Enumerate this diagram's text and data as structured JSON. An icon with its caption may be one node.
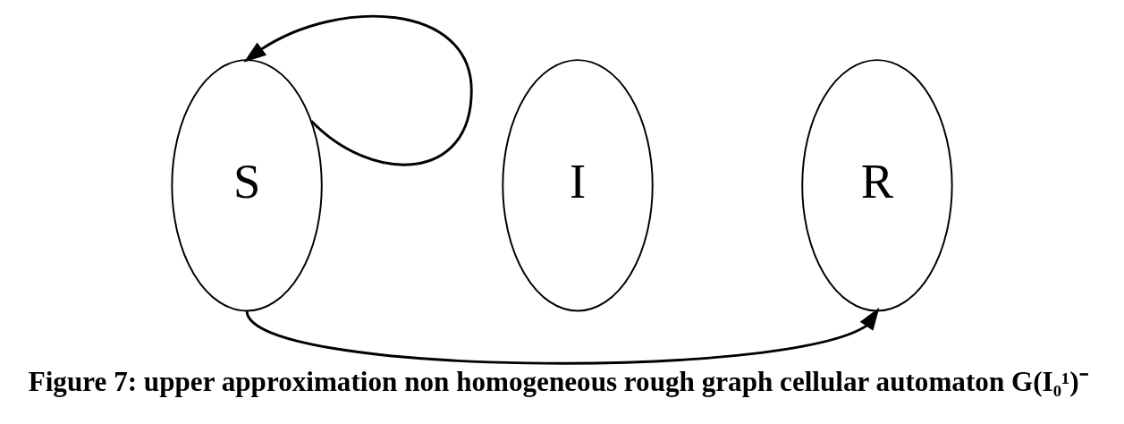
{
  "diagram": {
    "caption": "Figure 7: upper approximation non homogeneous rough graph cellular automaton G(I₀¹)⁻",
    "nodes": [
      {
        "text": [
          "S"
        ]
      },
      {
        "text": [
          "I"
        ]
      },
      {
        "text": [
          "R"
        ]
      }
    ],
    "edges": [
      {
        "from": 0,
        "to": 0,
        "arrow": "to"
      },
      {
        "from": 0,
        "to": 2,
        "arrow": "to"
      }
    ]
  }
}
